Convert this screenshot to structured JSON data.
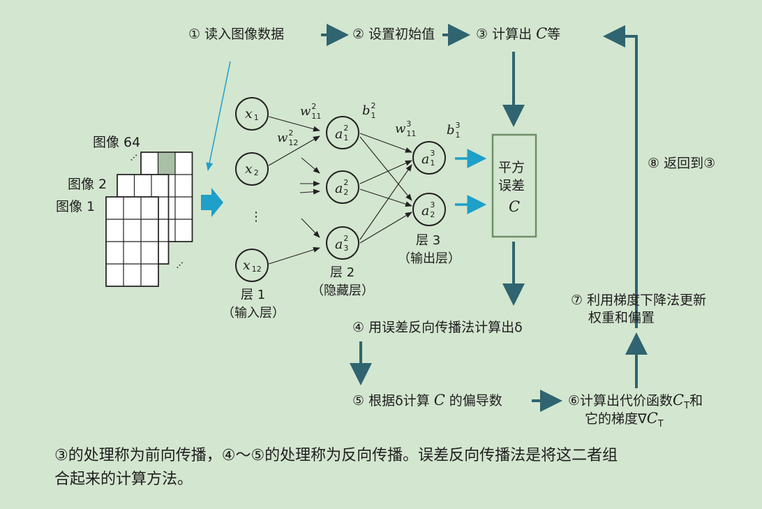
{
  "steps": {
    "s1": "① 读入图像数据",
    "s2": "② 设置初始值",
    "s3_prefix": "③ 计算出",
    "s3_var": "C",
    "s3_suffix": "等",
    "s4": "④ 用误差反向传播法计算出δ",
    "s5_prefix": "⑤ 根据δ计算",
    "s5_var": "C",
    "s5_suffix": "的偏导数",
    "s6_line1_prefix": "⑥计算出代价函数",
    "s6_line1_var": "C",
    "s6_line1_sub": "T",
    "s6_line1_suffix": "和",
    "s6_line2_prefix": "它的梯度∇",
    "s6_line2_var": "C",
    "s6_line2_sub": "T",
    "s7_line1": "⑦ 利用梯度下降法更新",
    "s7_line2": "权重和偏置",
    "s8": "⑧ 返回到③"
  },
  "images": {
    "label_64": "图像 64",
    "label_2": "图像 2",
    "label_1": "图像 1",
    "dots": "⋯"
  },
  "network": {
    "inputs": [
      {
        "base": "x",
        "sub": "1"
      },
      {
        "base": "x",
        "sub": "2"
      },
      {
        "base": "x",
        "sub": "12"
      }
    ],
    "input_dots": "⋮",
    "hidden": [
      {
        "base": "a",
        "sub": "1",
        "sup": "2"
      },
      {
        "base": "a",
        "sub": "2",
        "sup": "2"
      },
      {
        "base": "a",
        "sub": "3",
        "sup": "2"
      }
    ],
    "outputs": [
      {
        "base": "a",
        "sub": "1",
        "sup": "3"
      },
      {
        "base": "a",
        "sub": "2",
        "sup": "3"
      }
    ],
    "weights": [
      {
        "base": "w",
        "sub": "11",
        "sup": "2"
      },
      {
        "base": "w",
        "sub": "12",
        "sup": "2"
      },
      {
        "base": "w",
        "sub": "11",
        "sup": "3"
      }
    ],
    "biases": [
      {
        "base": "b",
        "sub": "1",
        "sup": "2"
      },
      {
        "base": "b",
        "sub": "1",
        "sup": "3"
      }
    ],
    "layer1": {
      "name": "层 1",
      "desc": "（输入层）"
    },
    "layer2": {
      "name": "层 2",
      "desc": "（隐藏层）"
    },
    "layer3": {
      "name": "层 3",
      "desc": "（输出层）"
    }
  },
  "error_box": {
    "line1": "平方",
    "line2": "误差",
    "var": "C"
  },
  "bottom_text": {
    "line1": "③的处理称为前向传播，④～⑤的处理称为反向传播。误差反向传播法是将这二者组",
    "line2": "合起来的计算方法。"
  },
  "colors": {
    "background": "#d3e6cf",
    "flow_arrow": "#2f6470",
    "input_arrow": "#1ea0c8",
    "box_border": "#6f8e68",
    "image_card": "#ffffff",
    "highlight_cell": "#a9bfa6"
  }
}
